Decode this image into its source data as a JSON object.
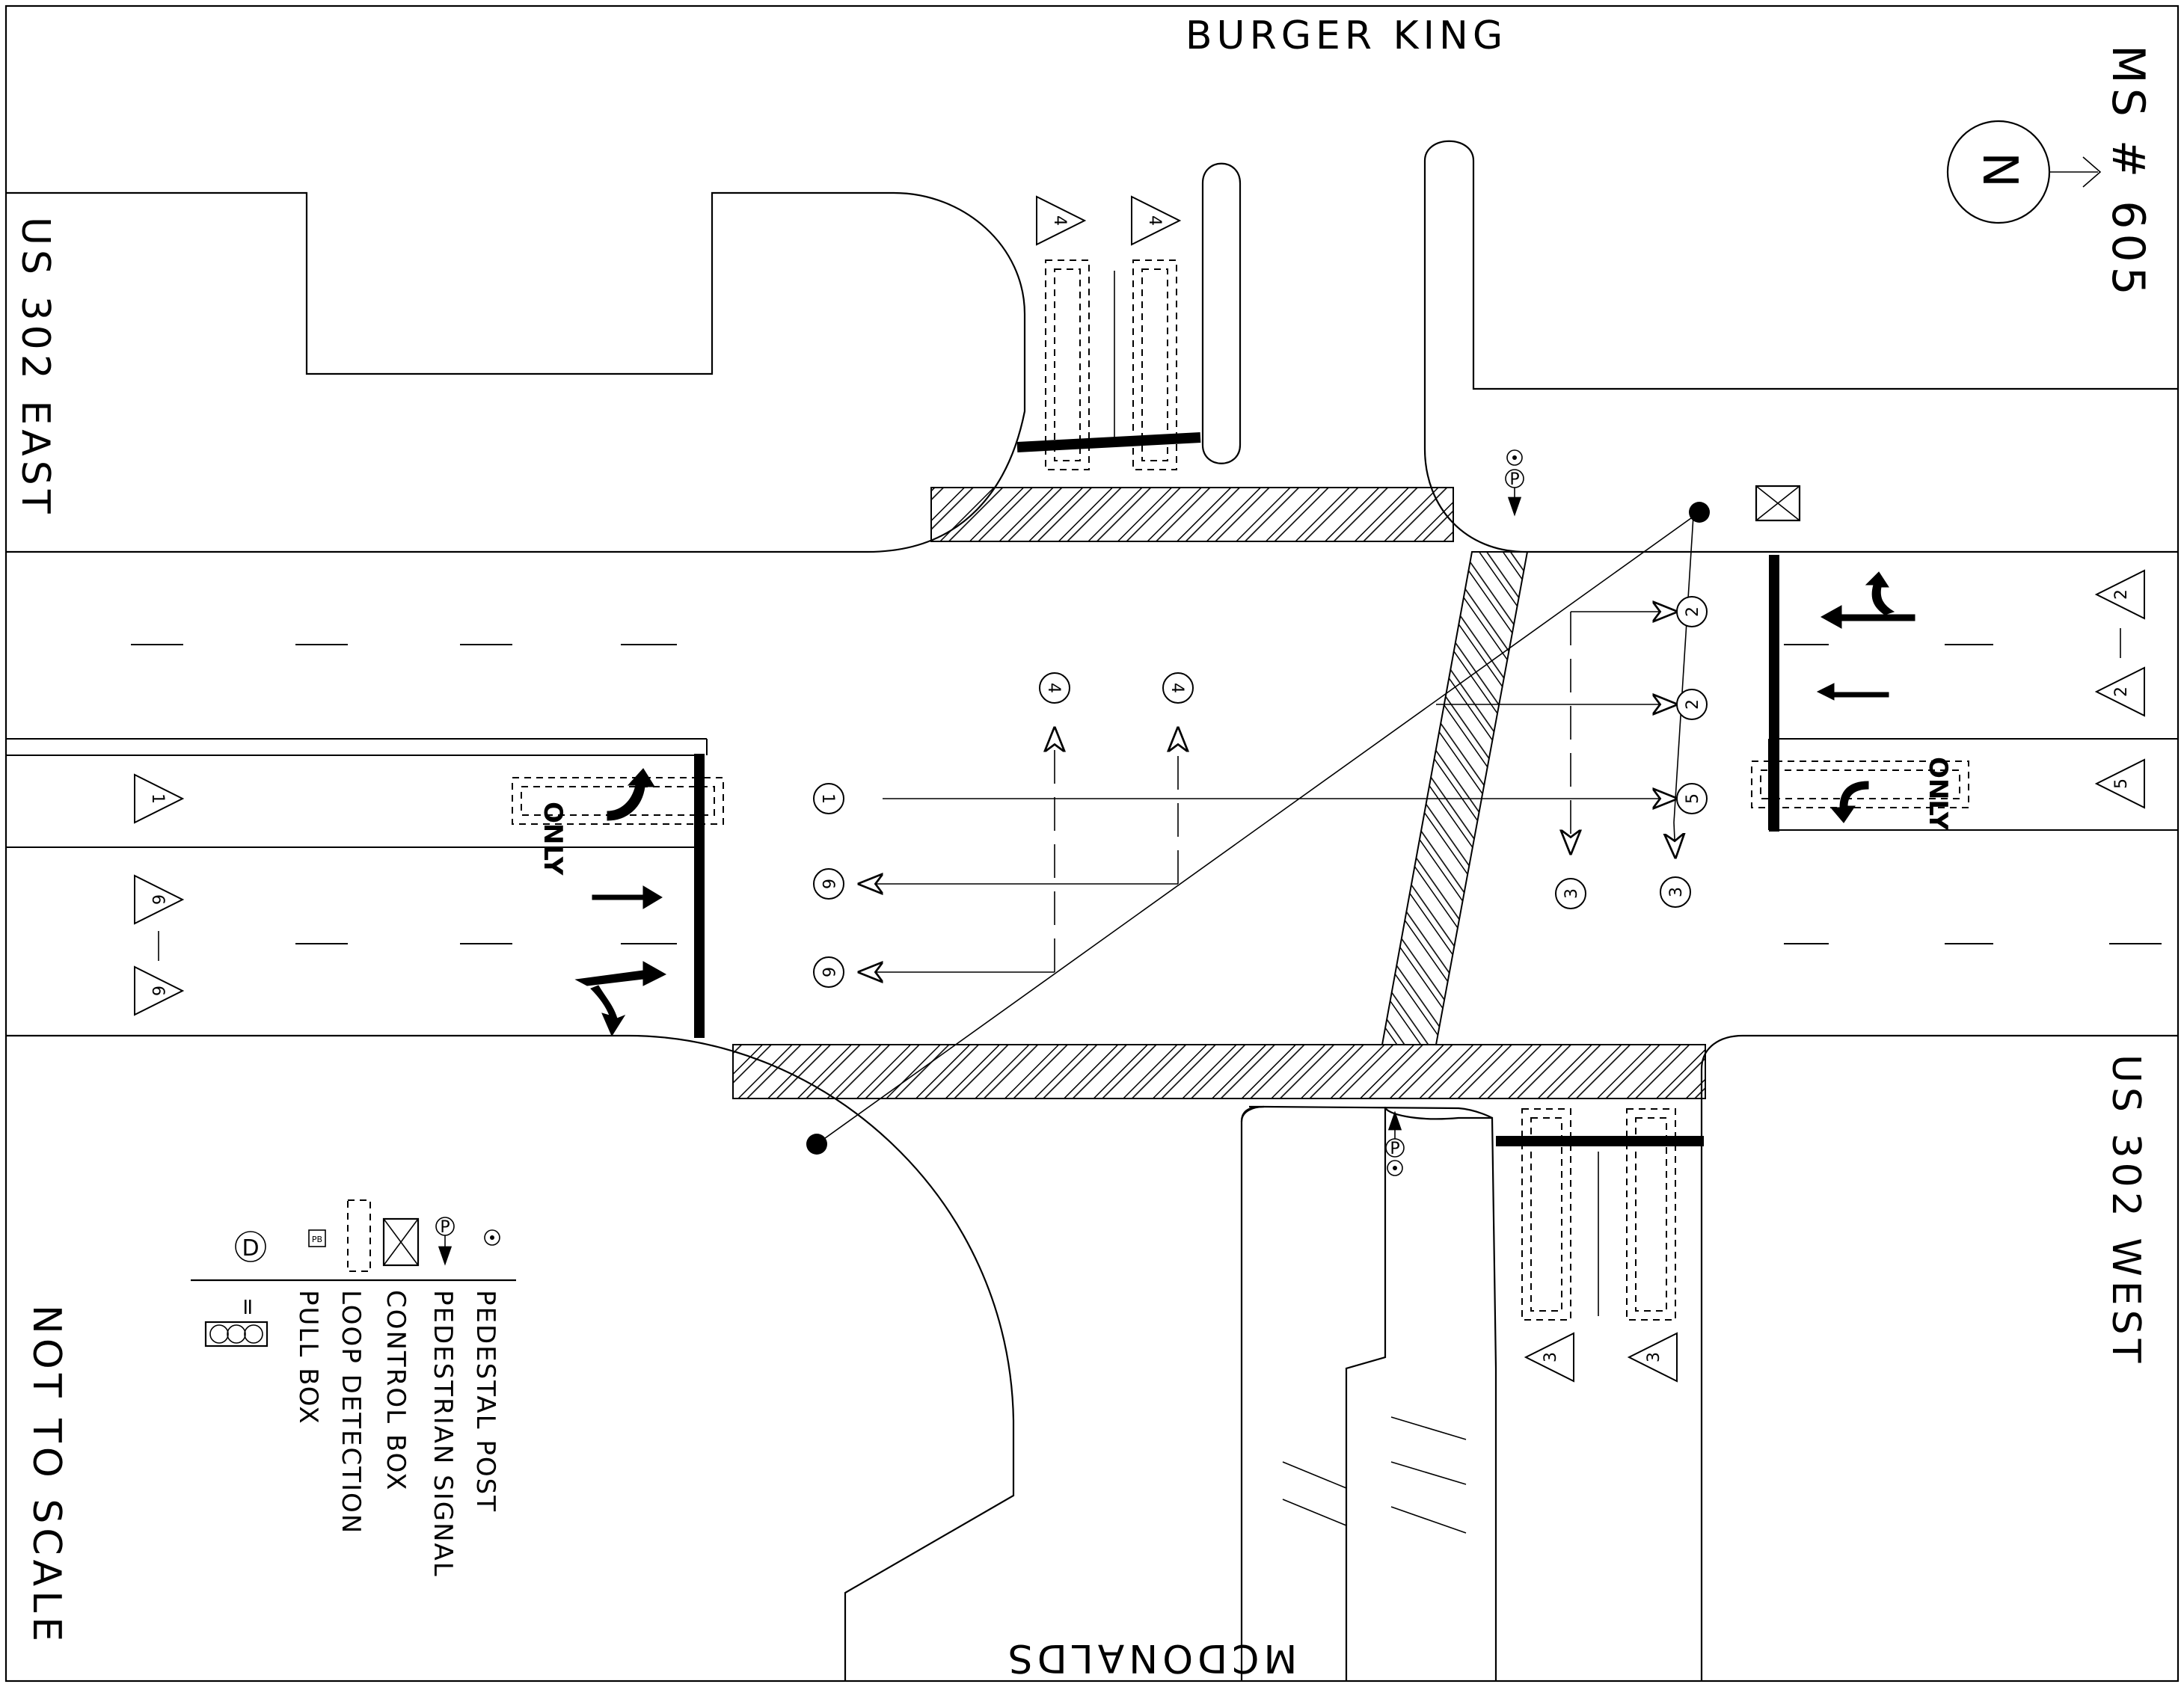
{
  "labels": {
    "top_business": "BURGER KING",
    "bottom_business": "MCDONALDS",
    "left_road": "US 302 EAST",
    "right_road": "US 302 WEST",
    "cross_road": "MS # 605",
    "north": "N",
    "scale_note": "NOT TO SCALE",
    "only_marking": "ONLY"
  },
  "legend": {
    "items": [
      {
        "symbol": "pedestal-post",
        "label": "PEDESTAL POST"
      },
      {
        "symbol": "pedestrian-signal",
        "label": "PEDESTRIAN SIGNAL"
      },
      {
        "symbol": "control-box",
        "label": "CONTROL BOX"
      },
      {
        "symbol": "loop-detection",
        "label": "LOOP DETECTION"
      },
      {
        "symbol": "pull-box",
        "label": "PULL BOX"
      }
    ],
    "pull_box_tag": "PB",
    "signal_key": "D",
    "equals": "="
  },
  "phases": {
    "triangles": {
      "north_approach": [
        "4",
        "4"
      ],
      "east_approach": [
        "2",
        "2",
        "5"
      ],
      "west_approach": [
        "1",
        "6",
        "6"
      ],
      "south_approach": [
        "3",
        "3"
      ]
    },
    "heads": {
      "east_side_top": [
        "2",
        "2",
        "5"
      ],
      "south_side": [
        "3",
        "3"
      ],
      "north_side": [
        "4",
        "4"
      ],
      "west_side": [
        "1",
        "6",
        "6"
      ]
    }
  },
  "signal_head_icons": [
    "arrow-icon",
    "arrow-icon",
    "arrow-icon"
  ]
}
